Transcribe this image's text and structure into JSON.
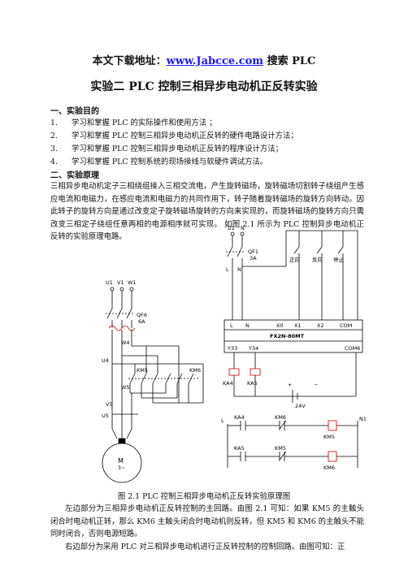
{
  "header": {
    "prefix": "本文下载地址：",
    "url": "www.Jabcce.com",
    "suffix": " 搜索 PLC"
  },
  "title": "实验二    PLC 控制三相异步电动机正反转实验",
  "section1": {
    "heading": "一、实验目的",
    "items": [
      {
        "num": "1.",
        "text": "学习和掌握 PLC 的实际操作和使用方法 ；"
      },
      {
        "num": "2.",
        "text": "学习和掌握 PLC 控制三相异步电动机正反转的硬件电路设计方法；"
      },
      {
        "num": "3.",
        "text": "学习和掌握 PLC 控制三相异步电动机正反转的程序设计方法；"
      },
      {
        "num": "4.",
        "text": "学习和掌握 PLC 控制系统的现场接线与软硬件调试方法。"
      }
    ]
  },
  "section2": {
    "heading": "二、实验原理",
    "paragraph": "三相异步电动机定子三相绕组接入三相交流电，产生旋转磁场，旋转磁场切割转子绕组产生感应电流和电磁力，在感应电流和电磁力的共同作用下，转子随着旋转磁场的旋转方向转动。因此转子的旋转方向是通过改变定子旋转磁场旋转的方向来实现的，而旋转磁场的旋转方向只需改变三相定子绕组任意两相的电源相序就可实现。 如图 2.1 所示为 PLC 控制异步电动机正反转的实验原理电路。"
  },
  "figure": {
    "caption": "图 2.1 PLC 控制三相异步电动机正反转实验原理图",
    "main_circuit": {
      "phases": [
        "U1",
        "V1",
        "W1"
      ],
      "breaker": "QF6",
      "breaker_rating": "6A",
      "nodes": [
        "W4",
        "U4",
        "V5",
        "W5",
        "U5"
      ],
      "contactors": [
        "KM5",
        "KM6"
      ],
      "motor": "M",
      "motor_sub": "3~"
    },
    "plc_circuit": {
      "supply": [
        "U1",
        "N"
      ],
      "breaker": "QF1",
      "breaker_rating": "3A",
      "supply_labels": [
        "L",
        "N"
      ],
      "buttons": [
        "正向",
        "反向",
        "停止"
      ],
      "terminals_top": [
        "L",
        "N",
        "X0",
        "X1",
        "X2",
        "COM"
      ],
      "model": "FX2N-80MT",
      "terminals_bottom": [
        "Y33",
        "Y34",
        "COM6"
      ],
      "relays": [
        "KA4",
        "KA5"
      ],
      "power": {
        "plus": "+",
        "minus": "−",
        "voltage": "24V"
      }
    },
    "ladder": {
      "left_label": "L",
      "right_label": "N1",
      "rungs": [
        {
          "contact1": "KA4",
          "contact2": "KM6",
          "coil": "KM5"
        },
        {
          "contact1": "KA5",
          "contact2": "KM5",
          "coil": "KM6"
        }
      ]
    }
  },
  "analysis": {
    "line1": "左边部分为三相异步电动机正反转控制的主回路。由图 2.1 可知：如果 KM5 的主触头闭合时电动机正转，那么 KM6 主触头闭合时电动机则反转，但 KM5 和 KM6 的主触头不能同时闭合，否则电源短路。",
    "line2": "右边部分为采用 PLC 对三相异步电动机进行正反转控制的控制回路。由图可知：正"
  }
}
